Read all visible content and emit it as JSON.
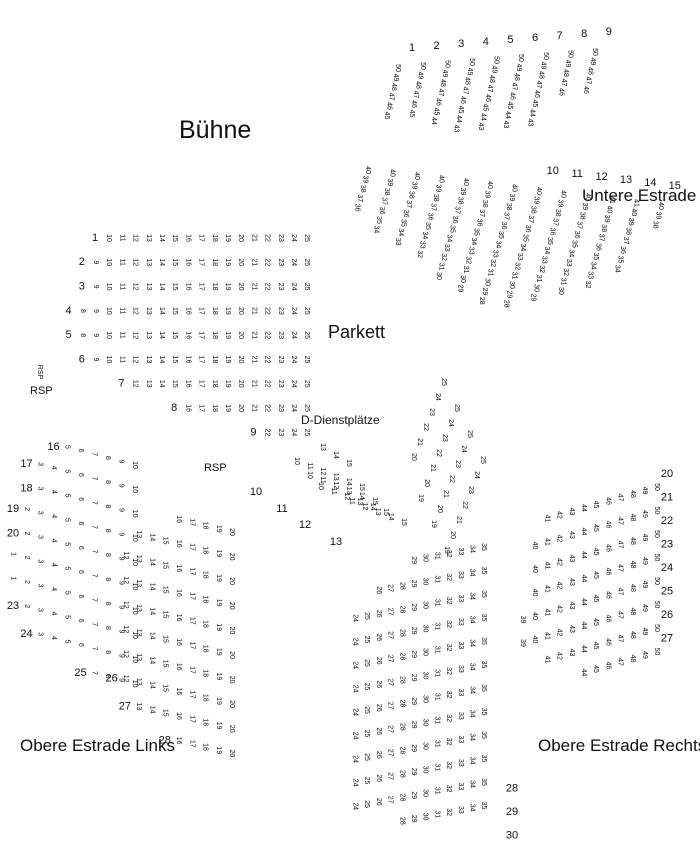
{
  "labels": {
    "stage": "Bühne",
    "parkett": "Parkett",
    "dienstplaetze": "D-Dienstplätze",
    "untere_estrade": "Untere Estrade",
    "obere_estrade_links": "Obere Estrade Links",
    "obere_estrade_rechts": "Obere Estrade Rechts",
    "rsp": "RSP",
    "rsp_vertical": "RSP"
  },
  "blocks": [
    {
      "id": "parkett",
      "rows": [
        {
          "label": "1",
          "first": 10,
          "last": 25
        },
        {
          "label": "2",
          "first": 9,
          "last": 25
        },
        {
          "label": "3",
          "first": 9,
          "last": 25
        },
        {
          "label": "4",
          "first": 8,
          "last": 25
        },
        {
          "label": "5",
          "first": 8,
          "last": 25
        },
        {
          "label": "6",
          "first": 9,
          "last": 25
        },
        {
          "label": "7",
          "first": 12,
          "last": 25
        },
        {
          "label": "8",
          "first": 16,
          "last": 25
        },
        {
          "label": "9",
          "first": 22,
          "last": 25
        }
      ]
    },
    {
      "id": "parkett-lower",
      "rows": [
        {
          "label": "10",
          "first": 10,
          "last": 15
        },
        {
          "label": "11",
          "first": 10,
          "last": 15
        },
        {
          "label": "12",
          "first": 10,
          "last": 15
        },
        {
          "label": "13",
          "first": 11,
          "last": 15
        }
      ]
    },
    {
      "id": "dienstplaetze",
      "rows": [
        {
          "label": "",
          "first": 13,
          "last": 15
        }
      ]
    },
    {
      "id": "parkett-right",
      "rows": [
        {
          "label": "",
          "first": 20,
          "last": 25
        },
        {
          "label": "",
          "first": 19,
          "last": 25
        },
        {
          "label": "",
          "first": 19,
          "last": 25
        },
        {
          "label": "",
          "first": 19,
          "last": 25
        }
      ]
    },
    {
      "id": "untere-estrade-upper",
      "rows": [
        {
          "label": "1",
          "first": 45,
          "last": 50
        },
        {
          "label": "2",
          "first": 45,
          "last": 50
        },
        {
          "label": "3",
          "first": 44,
          "last": 50
        },
        {
          "label": "4",
          "first": 43,
          "last": 50
        },
        {
          "label": "5",
          "first": 43,
          "last": 50
        },
        {
          "label": "6",
          "first": 43,
          "last": 50
        },
        {
          "label": "7",
          "first": 43,
          "last": 50
        },
        {
          "label": "8",
          "first": 46,
          "last": 50
        },
        {
          "label": "9",
          "first": 46,
          "last": 50
        }
      ]
    },
    {
      "id": "untere-estrade",
      "rows": [
        {
          "label": "",
          "first": 36,
          "last": 40
        },
        {
          "label": "",
          "first": 34,
          "last": 40
        },
        {
          "label": "",
          "first": 33,
          "last": 40
        },
        {
          "label": "",
          "first": 32,
          "last": 40
        },
        {
          "label": "",
          "first": 30,
          "last": 40
        },
        {
          "label": "",
          "first": 29,
          "last": 40
        },
        {
          "label": "",
          "first": 28,
          "last": 40
        },
        {
          "label": "10",
          "first": 28,
          "last": 40
        },
        {
          "label": "11",
          "first": 29,
          "last": 40
        },
        {
          "label": "12",
          "first": 30,
          "last": 40
        },
        {
          "label": "13",
          "first": 32,
          "last": 41
        },
        {
          "label": "14",
          "first": 34,
          "last": 41
        },
        {
          "label": "15",
          "first": 38,
          "last": 40
        }
      ]
    },
    {
      "id": "obere-estrade-links",
      "rows": [
        {
          "label": "16",
          "first": 5,
          "last": 10
        },
        {
          "label": "17",
          "first": 3,
          "last": 10
        },
        {
          "label": "18",
          "first": 3,
          "last": 10
        },
        {
          "label": "19",
          "first": 2,
          "last": 10
        },
        {
          "label": "20",
          "first": 2,
          "last": 10
        },
        {
          "label": "21",
          "first": 1,
          "last": 10
        },
        {
          "label": "22",
          "first": 1,
          "last": 10
        },
        {
          "label": "23",
          "first": 2,
          "last": 10
        },
        {
          "label": "24",
          "first": 3,
          "last": 10
        },
        {
          "label": "25",
          "first": 7,
          "last": 10
        }
      ]
    },
    {
      "id": "obere-estrade-links-2",
      "rows": [
        {
          "label": "",
          "first": 16,
          "last": 20
        },
        {
          "label": "",
          "first": 13,
          "last": 20
        },
        {
          "label": "",
          "first": 12,
          "last": 20
        },
        {
          "label": "",
          "first": 12,
          "last": 20
        },
        {
          "label": "",
          "first": 12,
          "last": 20
        },
        {
          "label": "",
          "first": 12,
          "last": 20
        },
        {
          "label": "",
          "first": 12,
          "last": 20
        },
        {
          "label": "26",
          "first": 12,
          "last": 20
        },
        {
          "label": "27",
          "first": 13,
          "last": 20
        },
        {
          "label": "28",
          "first": 16,
          "last": 20
        }
      ]
    },
    {
      "id": "mitte",
      "rows": [
        {
          "label": "",
          "first": 29,
          "last": 35
        },
        {
          "label": "",
          "first": 26,
          "last": 35
        },
        {
          "label": "",
          "first": 24,
          "last": 35
        },
        {
          "label": "",
          "first": 24,
          "last": 35
        },
        {
          "label": "",
          "first": 24,
          "last": 35
        },
        {
          "label": "",
          "first": 24,
          "last": 35
        },
        {
          "label": "",
          "first": 24,
          "last": 35
        },
        {
          "label": "",
          "first": 24,
          "last": 35
        },
        {
          "label": "",
          "first": 24,
          "last": 35
        },
        {
          "label": "28",
          "first": 24,
          "last": 35
        },
        {
          "label": "29",
          "first": 24,
          "last": 35
        },
        {
          "label": "30",
          "first": 28,
          "last": 35
        }
      ]
    },
    {
      "id": "obere-estrade-rechts",
      "rows": [
        {
          "label": "20",
          "first": 41,
          "last": 50
        },
        {
          "label": "21",
          "first": 40,
          "last": 50
        },
        {
          "label": "22",
          "first": 40,
          "last": 50
        },
        {
          "label": "23",
          "first": 40,
          "last": 50
        },
        {
          "label": "24",
          "first": 39,
          "last": 50
        },
        {
          "label": "25",
          "first": 39,
          "last": 50
        },
        {
          "label": "26",
          "first": 41,
          "last": 50
        },
        {
          "label": "27",
          "first": 44,
          "last": 50
        }
      ]
    }
  ]
}
